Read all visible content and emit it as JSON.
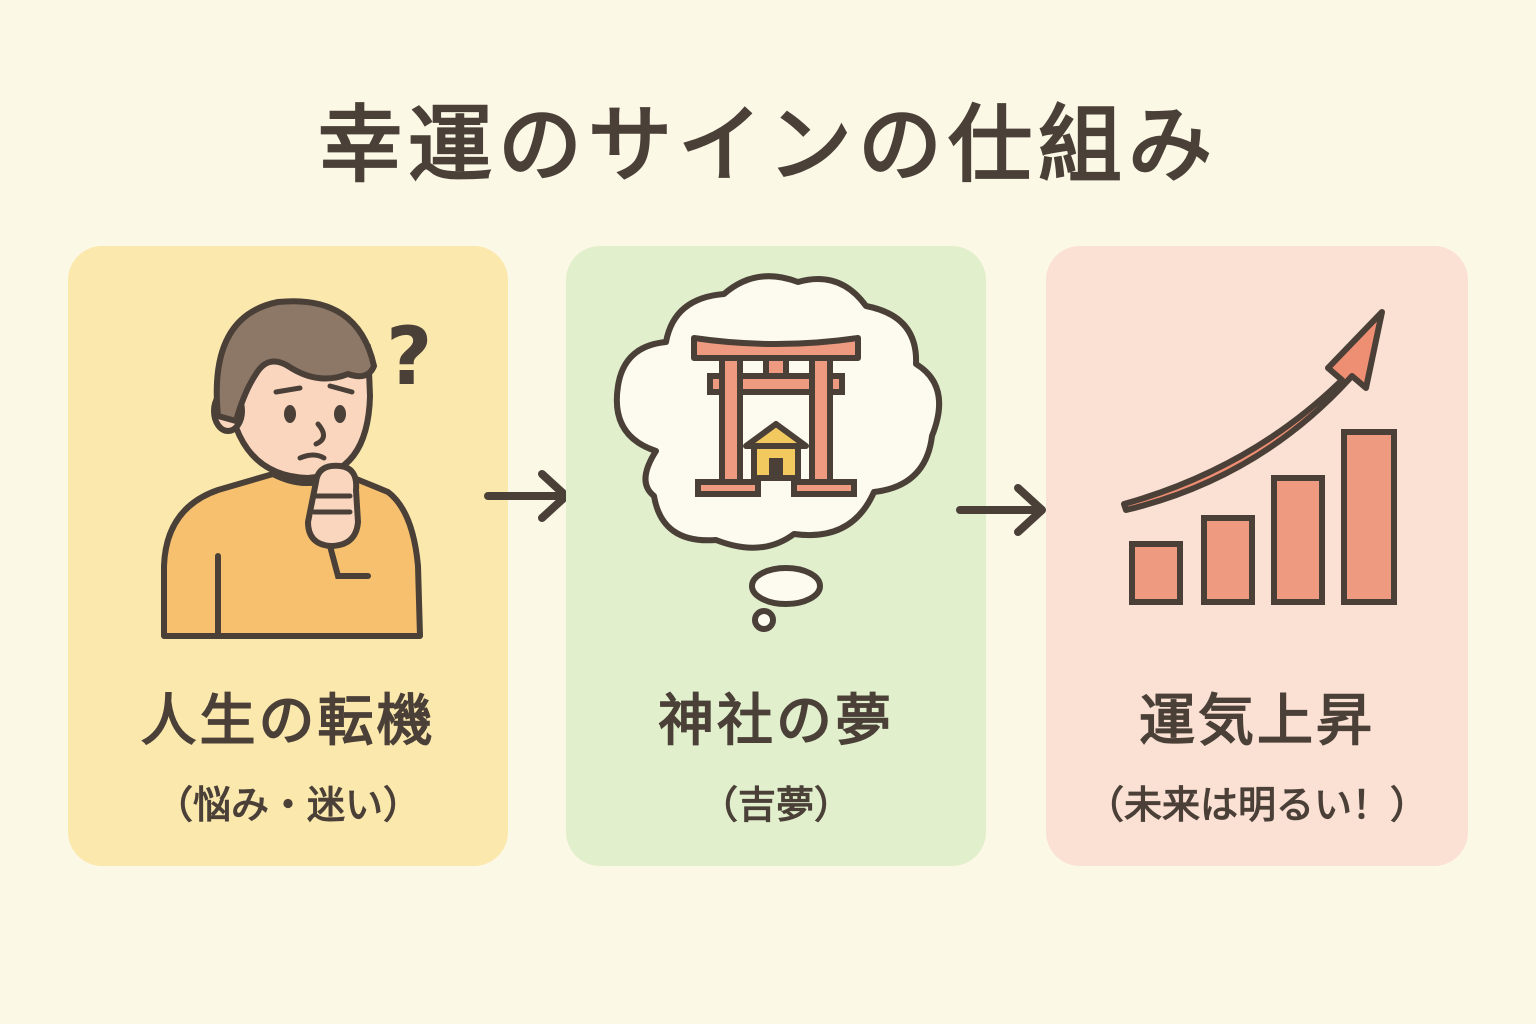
{
  "title": "幸運のサインの仕組み",
  "steps": [
    {
      "label": "人生の転機",
      "sub": "（悩み・迷い）",
      "icon": "thinking-person-icon",
      "color": "#fbe8ad"
    },
    {
      "label": "神社の夢",
      "sub": "（吉夢）",
      "icon": "torii-dream-icon",
      "color": "#e1efcc"
    },
    {
      "label": "運気上昇",
      "sub": "（未来は明るい！）",
      "icon": "rising-chart-icon",
      "color": "#fbe0d4"
    }
  ],
  "thought_mark": "?",
  "colors": {
    "ink": "#4a4038",
    "accent": "#e8977a",
    "background": "#fbf8e6"
  }
}
